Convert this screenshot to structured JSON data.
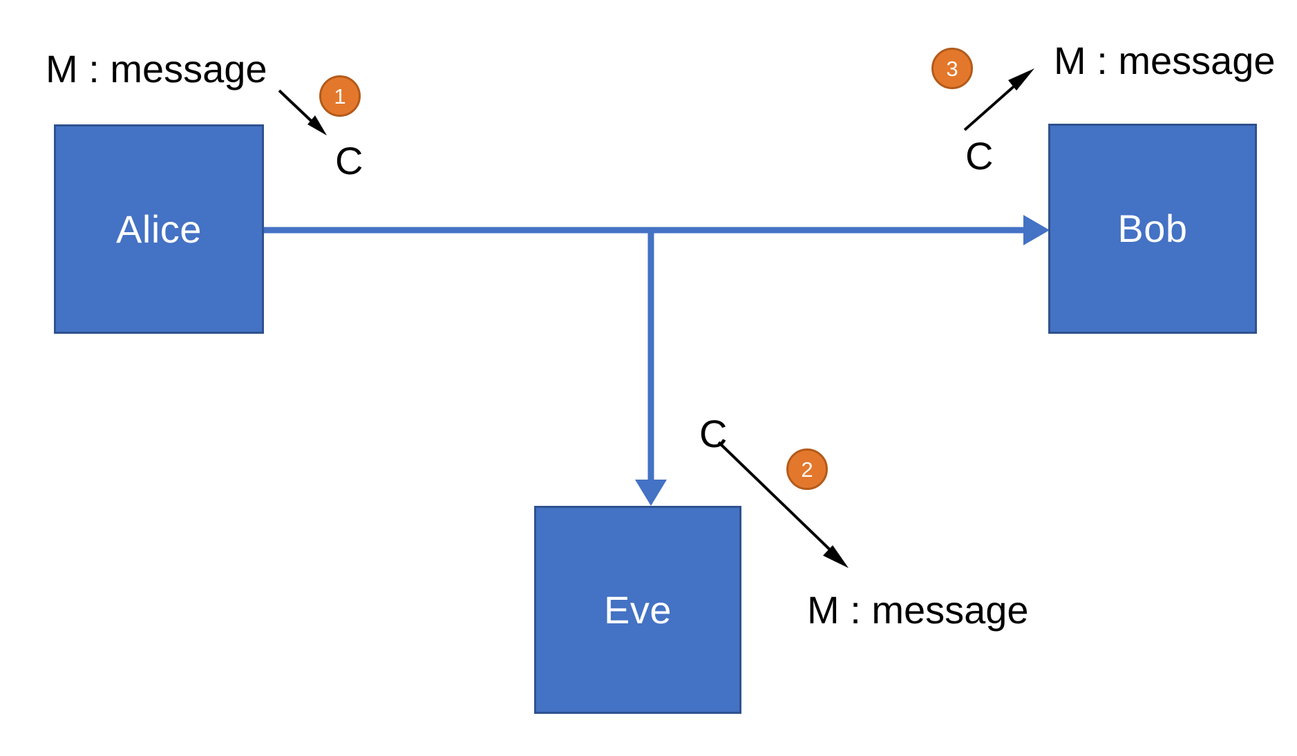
{
  "diagram": {
    "title": "Alice to Bob encrypted message intercepted by Eve",
    "colors": {
      "node_fill": "#4472C4",
      "node_border": "#2F528F",
      "node_text": "#FFFFFF",
      "flow_arrow": "#4472C4",
      "badge_fill": "#E3782C",
      "badge_border": "#B35A1A",
      "badge_text": "#FFFFFF",
      "annotation_text": "#000000",
      "background": "#FFFFFF"
    },
    "nodes": [
      {
        "id": "alice",
        "label": "Alice"
      },
      {
        "id": "bob",
        "label": "Bob"
      },
      {
        "id": "eve",
        "label": "Eve"
      }
    ],
    "annotations": {
      "alice_plaintext": "M : message",
      "alice_ciphertext": "C",
      "bob_plaintext": "M : message",
      "bob_ciphertext": "C",
      "eve_ciphertext": "C",
      "eve_plaintext": "M : message"
    },
    "badges": [
      {
        "id": "badge-1",
        "label": "1"
      },
      {
        "id": "badge-2",
        "label": "2"
      },
      {
        "id": "badge-3",
        "label": "3"
      }
    ],
    "flows": [
      {
        "id": "alice-to-bob",
        "from": "alice",
        "to": "bob",
        "style": "thick-blue-arrow"
      },
      {
        "id": "tap-to-eve",
        "from": "alice-to-bob",
        "to": "eve",
        "style": "thick-blue-arrow"
      }
    ],
    "transform_arrows": [
      {
        "id": "alice-encrypt",
        "from": "alice_plaintext",
        "to": "alice_ciphertext",
        "direction": "down-right"
      },
      {
        "id": "eve-decrypt",
        "from": "eve_ciphertext",
        "to": "eve_plaintext",
        "direction": "down-right"
      },
      {
        "id": "bob-decrypt",
        "from": "bob_ciphertext",
        "to": "bob_plaintext",
        "direction": "up-right"
      }
    ]
  }
}
